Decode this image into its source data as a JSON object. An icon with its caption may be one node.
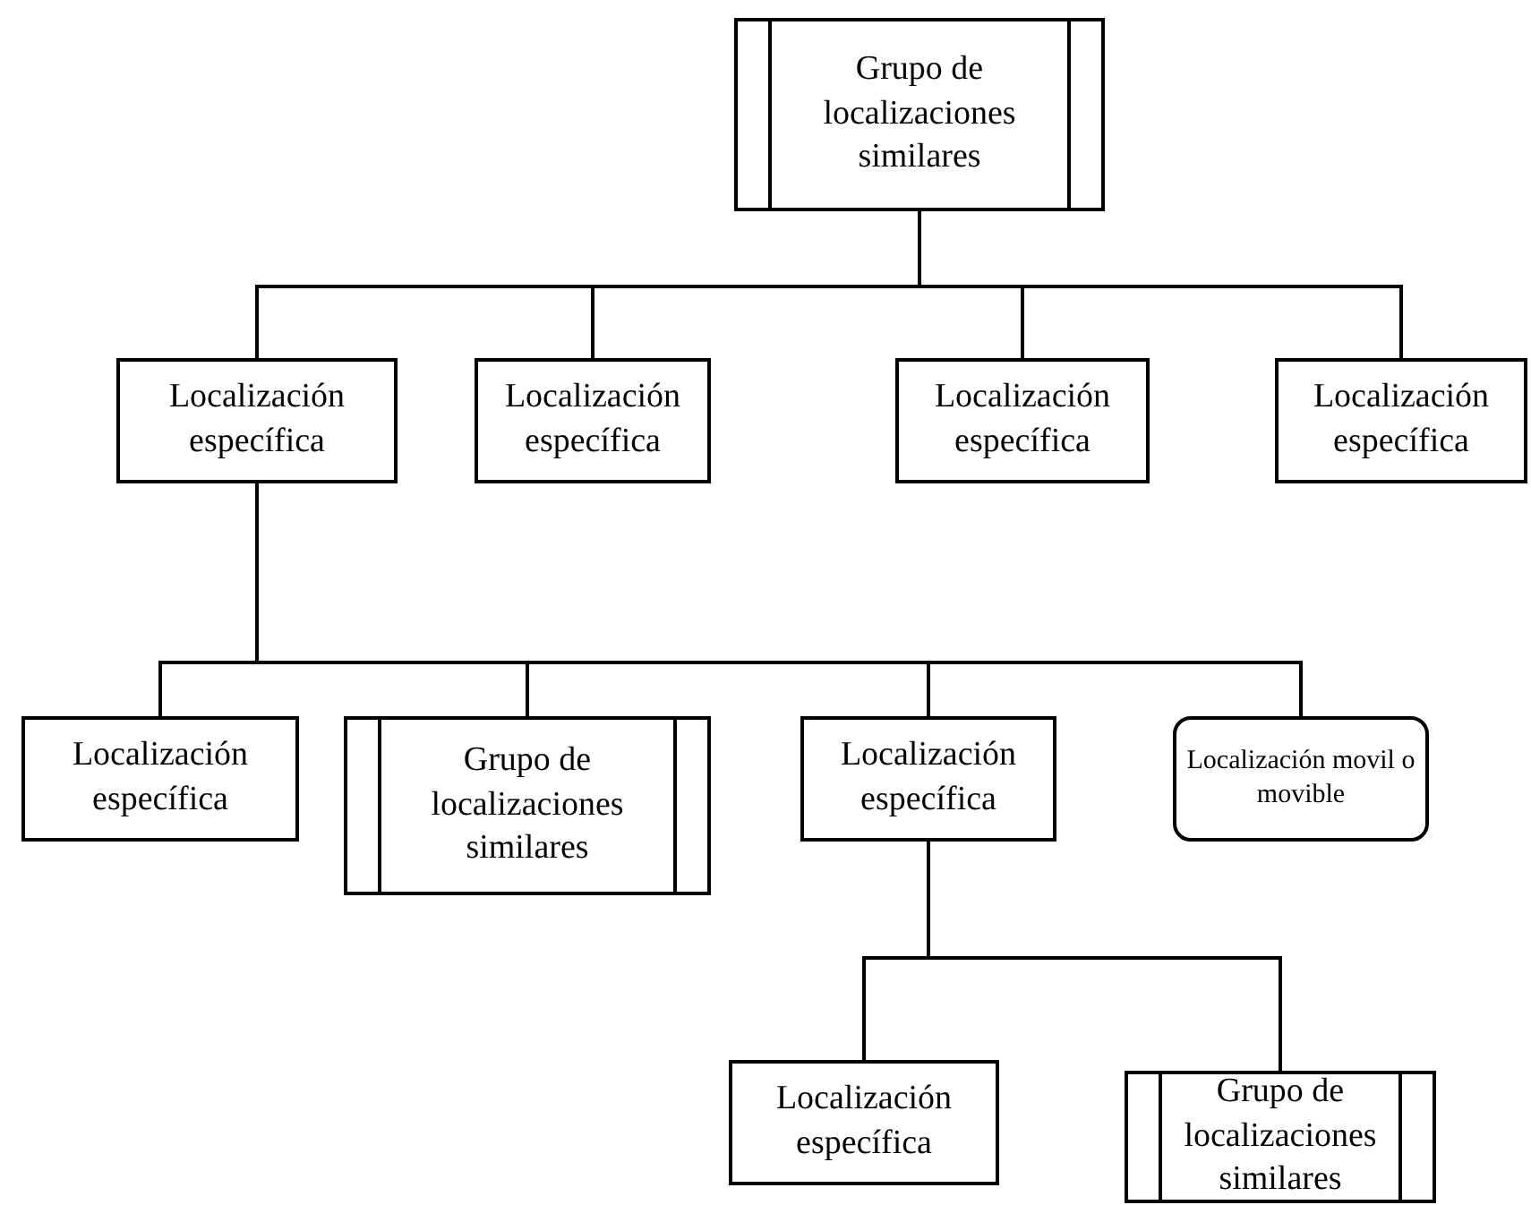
{
  "diagram": {
    "nodes": [
      {
        "text": [
          "Grupo de localizaciones similares"
        ]
      },
      {
        "text": [
          "Localización específica"
        ]
      },
      {
        "text": [
          "Localización específica"
        ]
      },
      {
        "text": [
          "Localización específica"
        ]
      },
      {
        "text": [
          "Localización específica"
        ]
      },
      {
        "text": [
          "Localización específica"
        ]
      },
      {
        "text": [
          "Grupo de localizaciones similares"
        ]
      },
      {
        "text": [
          "Localización específica"
        ]
      },
      {
        "text": [
          "Localización movil o movible"
        ]
      },
      {
        "text": [
          "Localización específica"
        ]
      },
      {
        "text": [
          "Grupo de localizaciones similares"
        ]
      }
    ],
    "edges": [
      {
        "from": 0,
        "to": 1,
        "arrow": "none"
      },
      {
        "from": 0,
        "to": 2,
        "arrow": "none"
      },
      {
        "from": 0,
        "to": 3,
        "arrow": "none"
      },
      {
        "from": 0,
        "to": 4,
        "arrow": "none"
      },
      {
        "from": 1,
        "to": 5,
        "arrow": "none"
      },
      {
        "from": 1,
        "to": 6,
        "arrow": "none"
      },
      {
        "from": 1,
        "to": 7,
        "arrow": "none"
      },
      {
        "from": 1,
        "to": 8,
        "arrow": "none"
      },
      {
        "from": 7,
        "to": 9,
        "arrow": "none"
      },
      {
        "from": 7,
        "to": 10,
        "arrow": "none"
      }
    ]
  }
}
